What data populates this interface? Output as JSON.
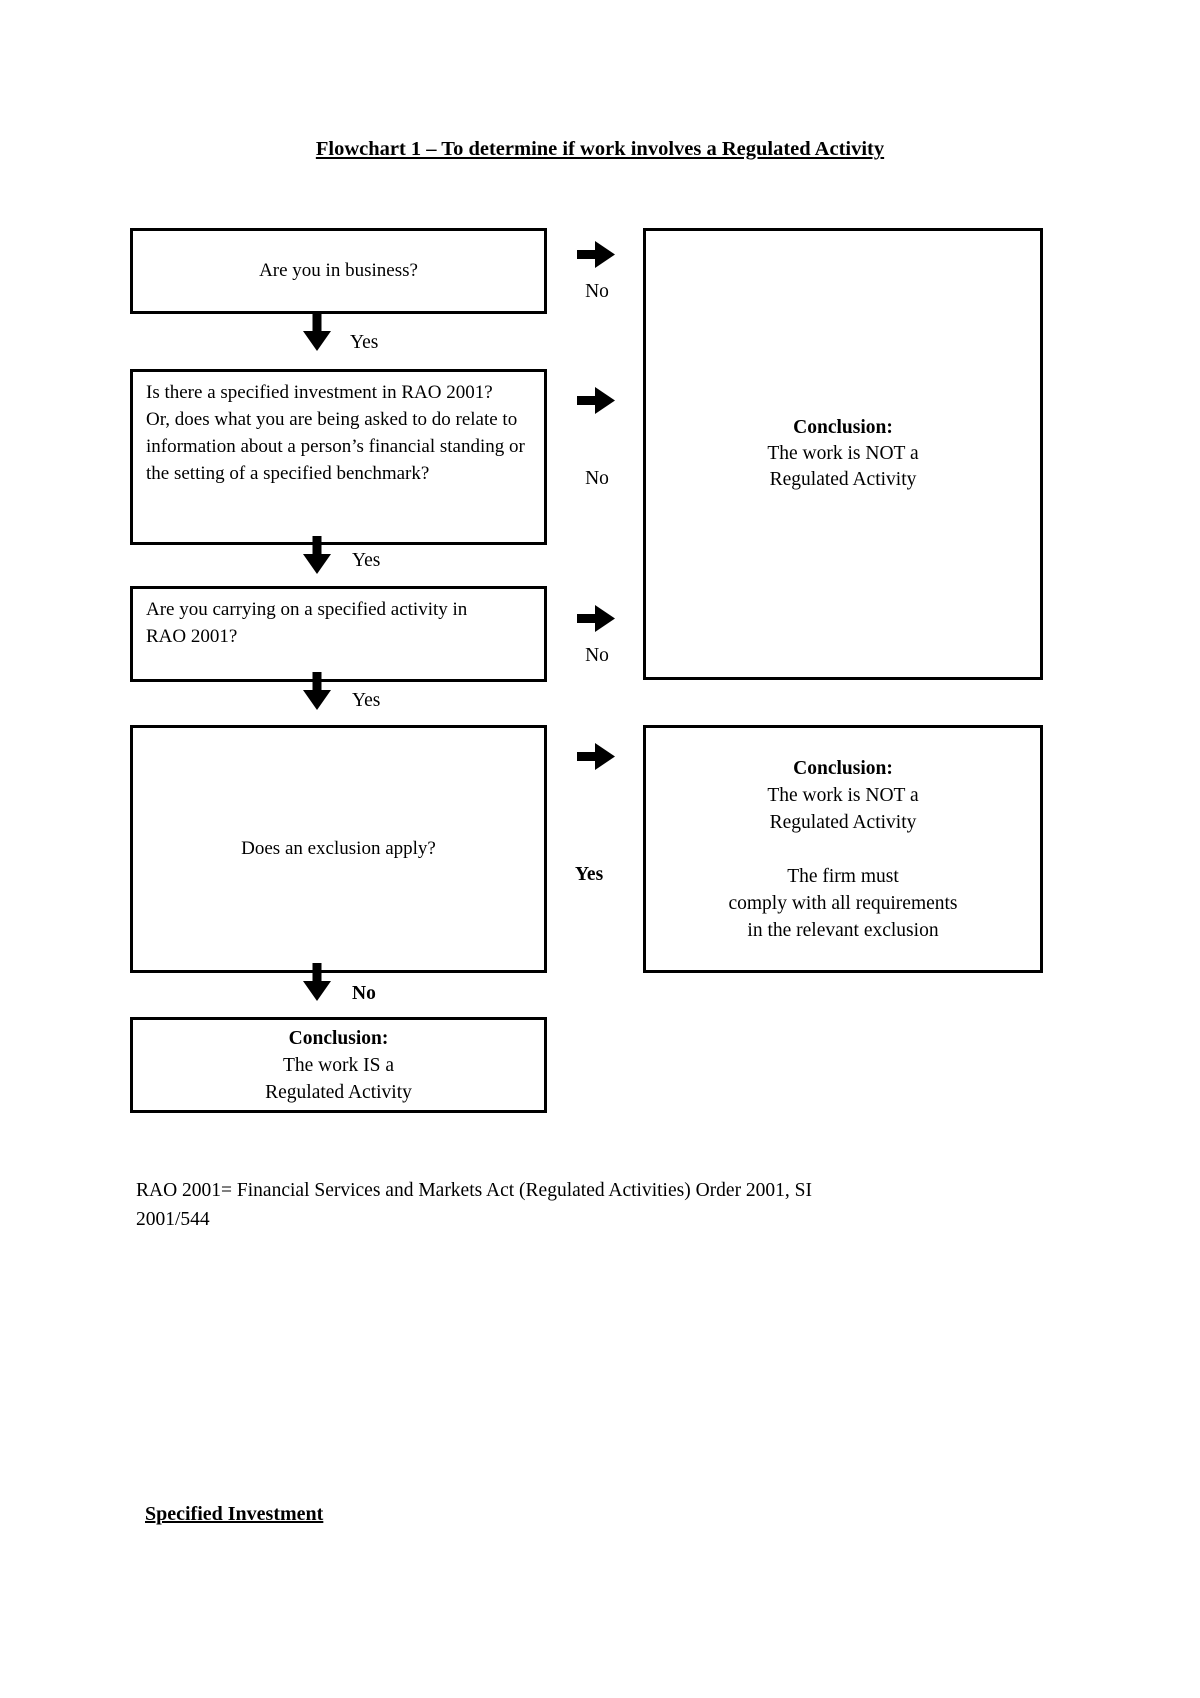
{
  "title": "Flowchart 1 – To determine if work involves a Regulated Activity",
  "colors": {
    "ink": "#000000",
    "background": "#ffffff"
  },
  "flowchart": {
    "box1": {
      "question": "Are you in business?"
    },
    "box2": {
      "line1": "Is there a specified investment in RAO 2001?",
      "line2": "Or, does what you are being asked to do relate to information about a person’s financial standing or the setting of a specified benchmark?"
    },
    "box3": {
      "question": "Are you carrying on a specified activity in RAO 2001?"
    },
    "box4": {
      "question": "Does an exclusion apply?"
    },
    "conclusion_not_regulated": {
      "heading": "Conclusion:",
      "line1": "The work is NOT a",
      "line2": "Regulated Activity"
    },
    "conclusion_exclusion": {
      "heading": "Conclusion:",
      "line1": "The work is NOT a",
      "line2": "Regulated Activity",
      "line3": "The firm must",
      "line4": "comply with all requirements",
      "line5": "in the relevant exclusion"
    },
    "conclusion_regulated": {
      "heading": "Conclusion:",
      "line1": "The work IS a",
      "line2": "Regulated Activity"
    },
    "labels": {
      "yes1": "Yes",
      "yes2": "Yes",
      "yes3": "Yes",
      "no1": "No",
      "no2": "No",
      "no3": "No",
      "yes_exclusion": "Yes",
      "no_exclusion": "No"
    },
    "icons": {
      "right_arrow": "right-arrow-icon",
      "down_arrow": "down-arrow-icon"
    }
  },
  "footnote": {
    "line1": "RAO 2001= Financial Services and Markets Act (Regulated Activities) Order 2001, SI",
    "line2": "2001/544"
  },
  "section_heading": "Specified Investment"
}
